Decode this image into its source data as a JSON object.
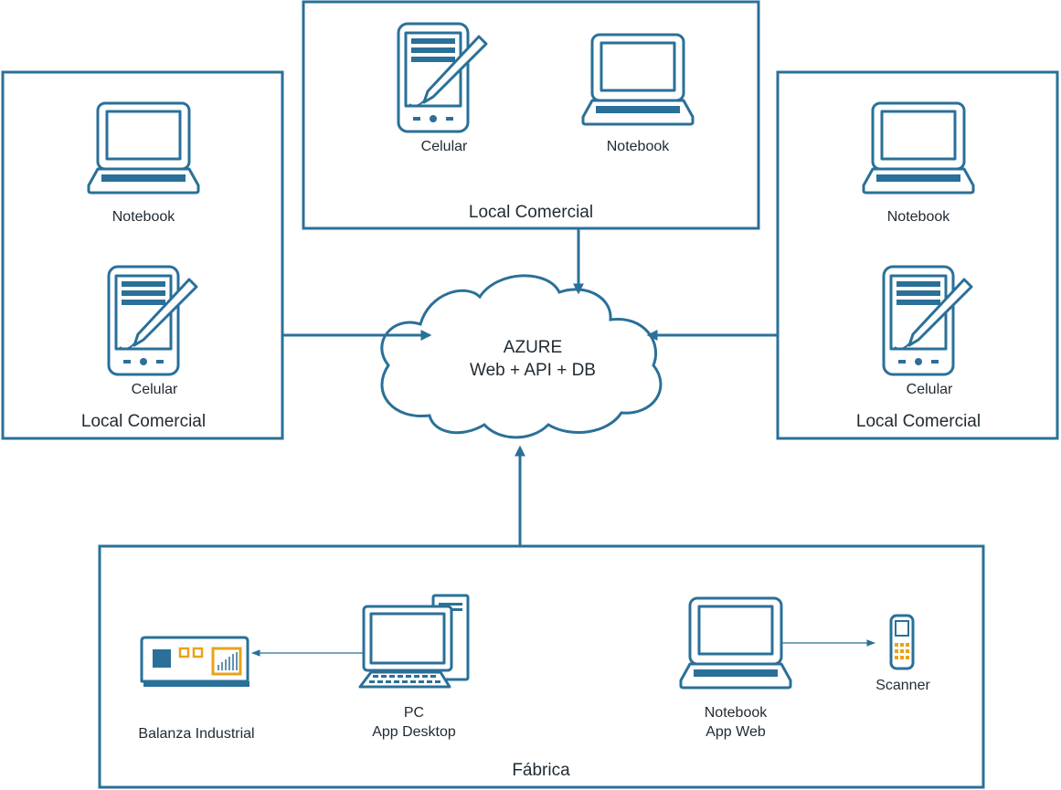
{
  "diagram": {
    "cloud": {
      "line1": "AZURE",
      "line2": "Web + API + DB"
    },
    "top_store": {
      "title": "Local Comercial",
      "phone_label": "Celular",
      "notebook_label": "Notebook"
    },
    "left_store": {
      "title": "Local Comercial",
      "notebook_label": "Notebook",
      "phone_label": "Celular"
    },
    "right_store": {
      "title": "Local Comercial",
      "notebook_label": "Notebook",
      "phone_label": "Celular"
    },
    "factory": {
      "title": "Fábrica",
      "scale_label": "Balanza Industrial",
      "pc_line1": "PC",
      "pc_line2": "App Desktop",
      "notebook_line1": "Notebook",
      "notebook_line2": "App Web",
      "scanner_label": "Scanner"
    },
    "colors": {
      "accent": "#2a7098",
      "scale_accent": "#e8a31a"
    },
    "icons": [
      "laptop-icon",
      "pda-phone-icon",
      "desktop-pc-icon",
      "industrial-scale-icon",
      "handheld-scanner-icon",
      "cloud-icon"
    ]
  }
}
